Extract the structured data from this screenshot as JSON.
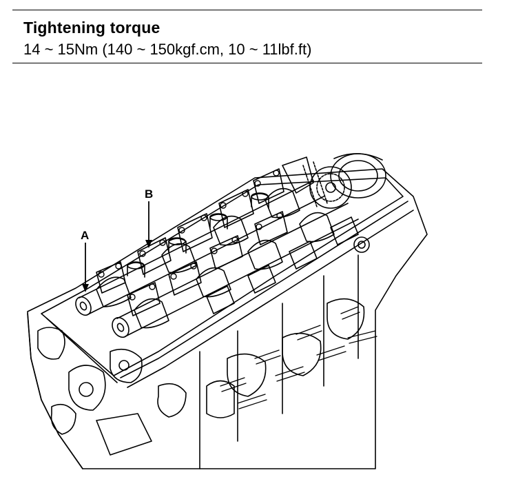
{
  "spec": {
    "title": "Tightening torque",
    "value": "14 ~ 15Nm (140 ~ 150kgf.cm, 10 ~ 11lbf.ft)"
  },
  "diagram": {
    "callouts": [
      {
        "id": "A",
        "label": "A"
      },
      {
        "id": "B",
        "label": "B"
      }
    ]
  }
}
